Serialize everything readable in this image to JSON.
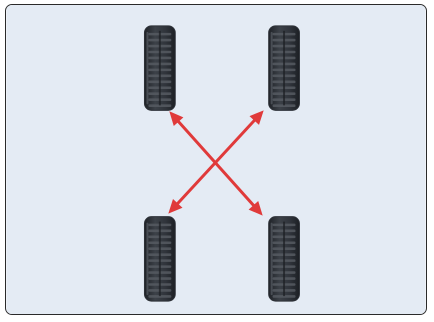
{
  "diagram": {
    "kind": "tire-rotation-cross-pattern",
    "tires": [
      {
        "position": "front-left",
        "icon": "tire-icon"
      },
      {
        "position": "front-right",
        "icon": "tire-icon"
      },
      {
        "position": "rear-left",
        "icon": "tire-icon"
      },
      {
        "position": "rear-right",
        "icon": "tire-icon"
      }
    ],
    "arrows": [
      {
        "from": "front-left",
        "to": "rear-right",
        "heads": "both"
      },
      {
        "from": "front-right",
        "to": "rear-left",
        "heads": "both"
      }
    ]
  },
  "colors": {
    "background": "#e4ebf4",
    "tire": "#2e3238",
    "tread": "#565b62",
    "arrow": "#e03a3a",
    "border": "#2a2a2a"
  }
}
